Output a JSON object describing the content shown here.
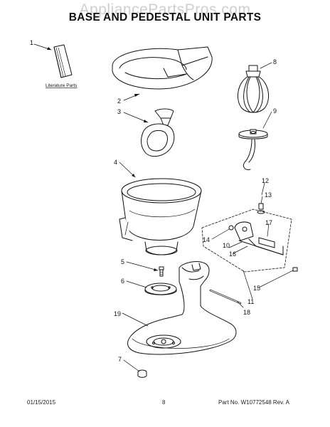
{
  "watermark": "AppliancePartsPros.com",
  "title": "BASE AND PEDESTAL UNIT PARTS",
  "literature_label": "Literature Parts",
  "callouts": {
    "c1": "1",
    "c2": "2",
    "c3": "3",
    "c4": "4",
    "c5": "5",
    "c6": "6",
    "c7": "7",
    "c8": "8",
    "c9": "9",
    "c10": "10",
    "c11": "11",
    "c12": "12",
    "c13": "13",
    "c14": "14",
    "c15": "15",
    "c16": "16",
    "c17": "17",
    "c18": "18",
    "c19": "19"
  },
  "footer": {
    "date": "01/15/2015",
    "page": "8",
    "part_number": "Part No. W10772548  Rev. A"
  }
}
